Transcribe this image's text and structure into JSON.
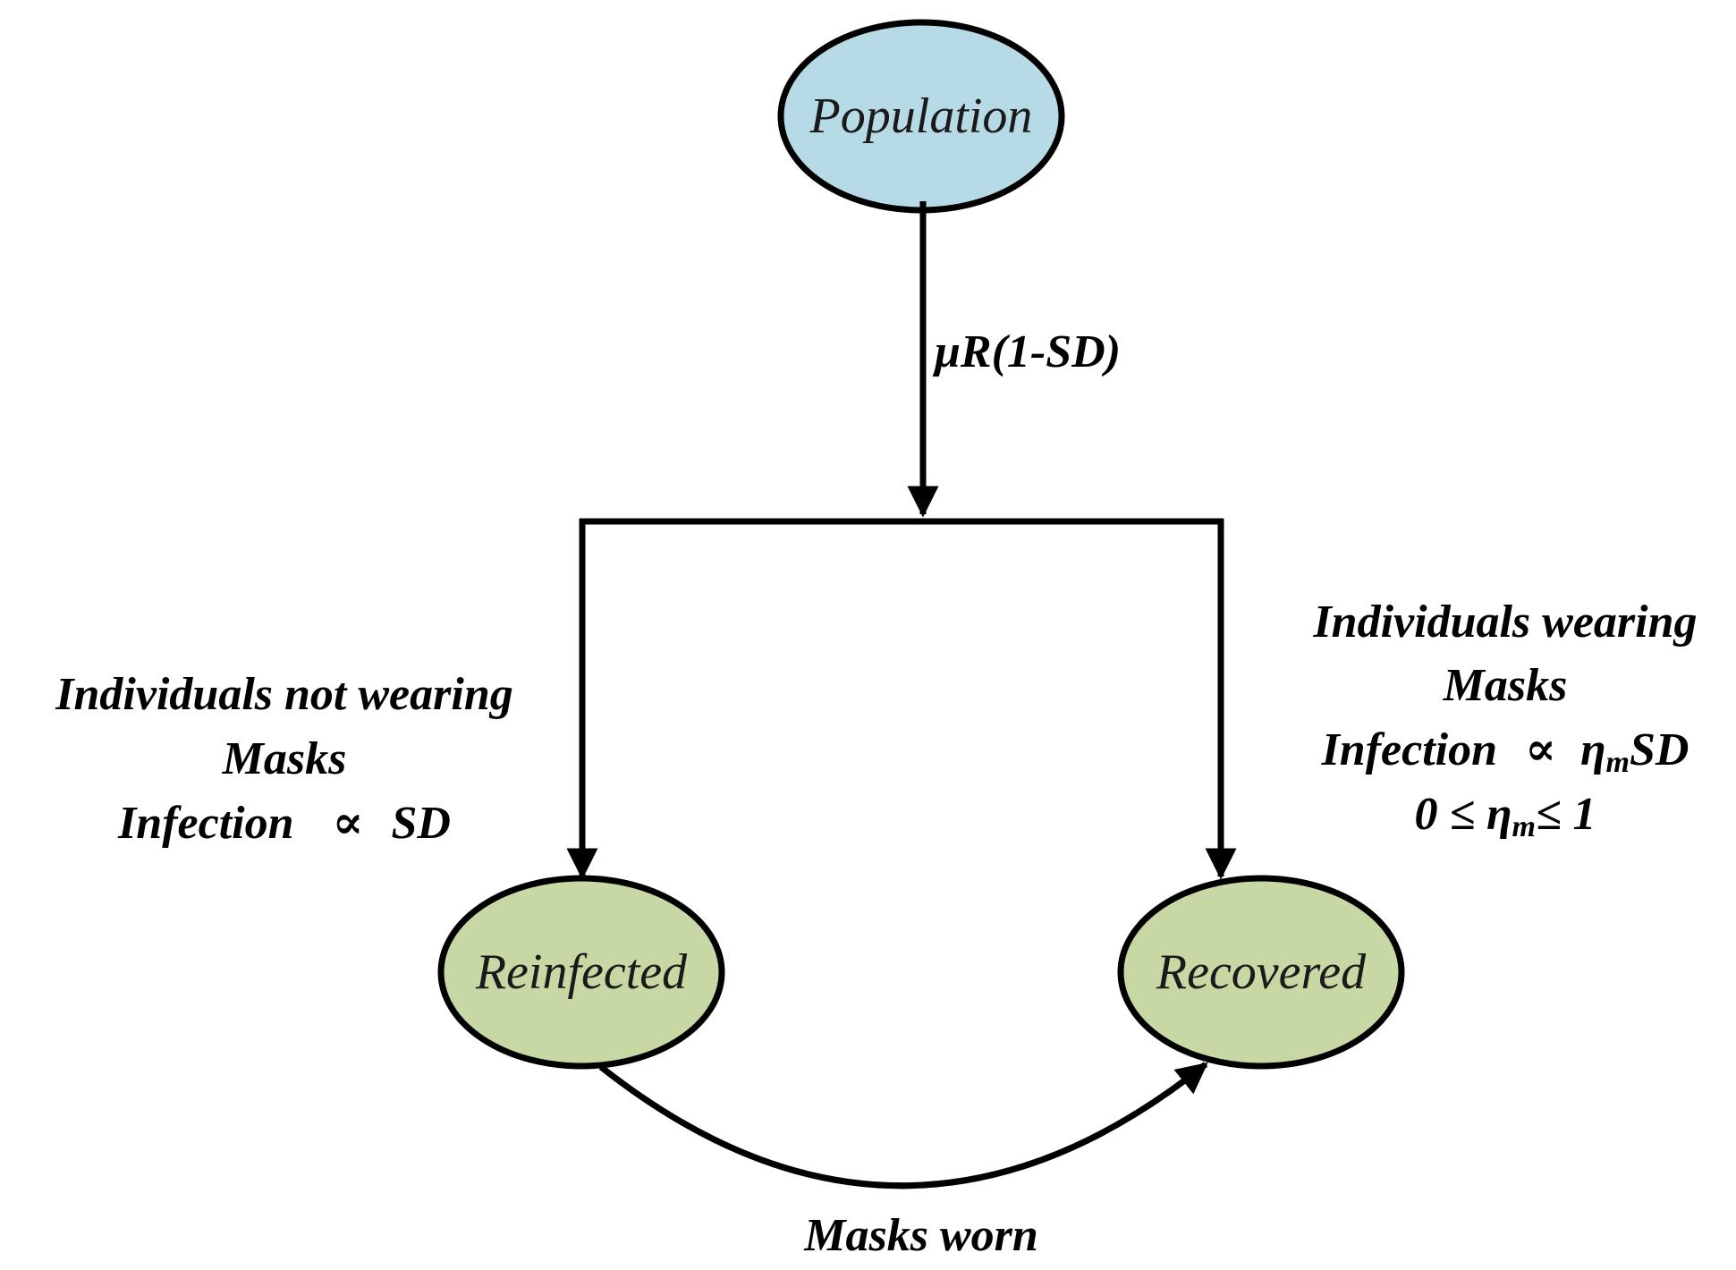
{
  "nodes": {
    "population": {
      "label": "Population"
    },
    "reinfected": {
      "label": "Reinfected"
    },
    "recovered": {
      "label": "Recovered"
    }
  },
  "edges": {
    "population_to_split": {
      "label": "μR(1-SD)"
    },
    "masks_worn": {
      "label": "Masks worn"
    }
  },
  "annotations": {
    "left": {
      "line1": "Individuals not wearing",
      "line2": "Masks",
      "line3_prefix": "Infection",
      "line3_symbol": "∝",
      "line3_suffix": "SD"
    },
    "right": {
      "line1": "Individuals wearing",
      "line2": "Masks",
      "line3_prefix": "Infection",
      "line3_symbol": "∝",
      "line3_eta": "η",
      "line3_eta_sub": "m",
      "line3_suffix": "SD",
      "line4_start": "0 ≤ ",
      "line4_eta": "η",
      "line4_eta_sub": "m",
      "line4_end": "≤ 1"
    }
  },
  "colors": {
    "population_fill": "#b7dbe6",
    "outcome_fill": "#c8d8a4",
    "stroke": "#000000"
  }
}
